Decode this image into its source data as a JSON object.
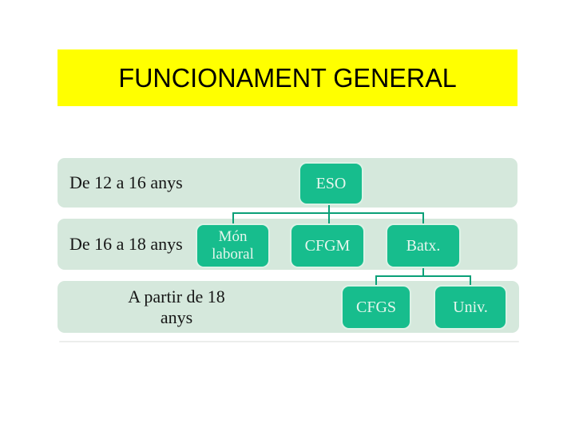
{
  "slide": {
    "title": "FUNCIONAMENT GENERAL"
  },
  "age_bands": [
    {
      "label": "De 12 a 16 anys"
    },
    {
      "label": "De 16 a 18 anys"
    },
    {
      "label": "A partir de 18 anys"
    }
  ],
  "nodes": {
    "eso": {
      "label": "ESO"
    },
    "mon_laboral": {
      "label": "Món laboral"
    },
    "cfgm": {
      "label": "CFGM"
    },
    "batx": {
      "label": "Batx."
    },
    "cfgs": {
      "label": "CFGS"
    },
    "univ": {
      "label": "Univ."
    }
  },
  "tree": {
    "root": "eso",
    "edges": [
      {
        "from": "eso",
        "to": [
          "mon_laboral",
          "cfgm",
          "batx"
        ]
      },
      {
        "from": "batx",
        "to": [
          "cfgs",
          "univ"
        ]
      }
    ]
  },
  "colors": {
    "title_background": "#ffff00",
    "title_text": "#000000",
    "band_background": "#d5e8dc",
    "node_fill": "#17bd8d",
    "node_border": "#dcf2e6",
    "node_text": "#e5f6ed",
    "connector": "#0aa078",
    "band_label_text": "#161616",
    "page_background": "#ffffff"
  }
}
